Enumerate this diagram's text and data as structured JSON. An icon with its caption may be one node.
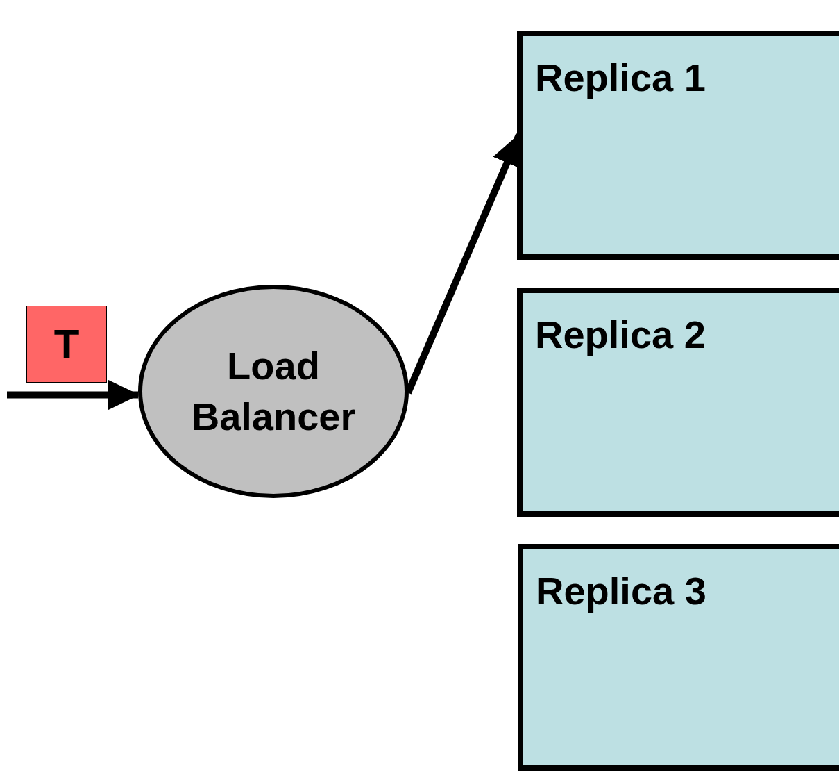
{
  "diagram": {
    "nodes": [
      {
        "text": [
          "T"
        ]
      },
      {
        "text": [
          "Load Balancer"
        ]
      },
      {
        "text": [
          "Replica 1"
        ]
      },
      {
        "text": [
          "Replica 2"
        ]
      },
      {
        "text": [
          "Replica 3"
        ]
      }
    ],
    "edges": [
      {
        "from": null,
        "to": 1,
        "arrow": "to"
      },
      {
        "from": 1,
        "to": 2,
        "arrow": "to"
      }
    ]
  }
}
